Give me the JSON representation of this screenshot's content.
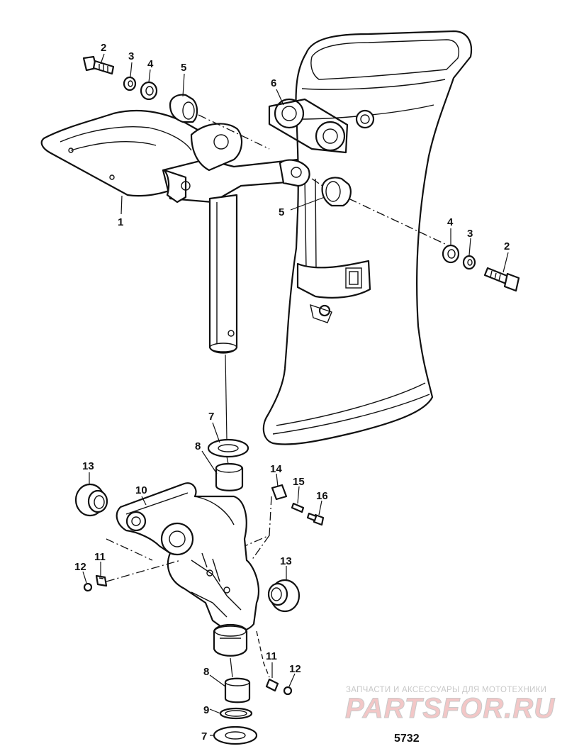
{
  "figure_number": "5732",
  "watermark": {
    "tagline": "ЗАПЧАСТИ И АКСЕССУАРЫ ДЛЯ МОТОТЕХНИКИ",
    "brand": "PARTSFOR.RU"
  },
  "callouts": [
    {
      "id": "c2a",
      "label": "2"
    },
    {
      "id": "c3a",
      "label": "3"
    },
    {
      "id": "c4a",
      "label": "4"
    },
    {
      "id": "c5a",
      "label": "5"
    },
    {
      "id": "c6",
      "label": "6"
    },
    {
      "id": "c1",
      "label": "1"
    },
    {
      "id": "c5b",
      "label": "5"
    },
    {
      "id": "c4b",
      "label": "4"
    },
    {
      "id": "c3b",
      "label": "3"
    },
    {
      "id": "c2b",
      "label": "2"
    },
    {
      "id": "c7a",
      "label": "7"
    },
    {
      "id": "c8a",
      "label": "8"
    },
    {
      "id": "c13a",
      "label": "13"
    },
    {
      "id": "c10",
      "label": "10"
    },
    {
      "id": "c14",
      "label": "14"
    },
    {
      "id": "c15",
      "label": "15"
    },
    {
      "id": "c16",
      "label": "16"
    },
    {
      "id": "c11a",
      "label": "11"
    },
    {
      "id": "c12a",
      "label": "12"
    },
    {
      "id": "c13b",
      "label": "13"
    },
    {
      "id": "c11b",
      "label": "11"
    },
    {
      "id": "c12b",
      "label": "12"
    },
    {
      "id": "c8b",
      "label": "8"
    },
    {
      "id": "c9",
      "label": "9"
    },
    {
      "id": "c7b",
      "label": "7"
    }
  ]
}
